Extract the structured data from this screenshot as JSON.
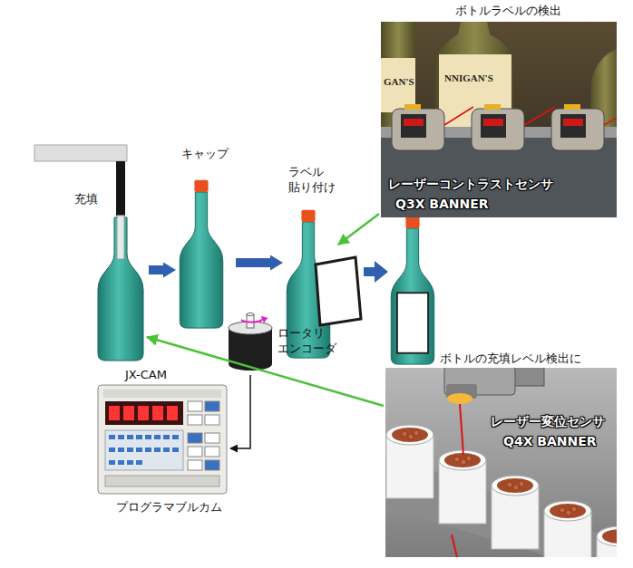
{
  "diagram": {
    "nodes": [
      {
        "text": [
          "充填"
        ]
      },
      {
        "text": [
          "キャップ"
        ]
      },
      {
        "text": [
          "ラベル 貼り付け"
        ]
      },
      {
        "text": [
          "ボトルラベルの検出",
          "レーザーコントラストセンサ",
          "Q3X BANNER"
        ]
      },
      {
        "text": [
          "ロータリ エンコーダ"
        ]
      },
      {
        "text": [
          "JX-CAM",
          "プログラマブルカム"
        ]
      },
      {
        "text": [
          "ボトルの充填レベル検出に",
          "レーザー変位センサ",
          "Q4X BANNER"
        ]
      }
    ],
    "edges": [
      {
        "from": 0,
        "to": 1,
        "arrow": "to"
      },
      {
        "from": 1,
        "to": 2,
        "arrow": "to"
      },
      {
        "from": 3,
        "to": 2,
        "arrow": "to"
      },
      {
        "from": 4,
        "to": 5,
        "arrow": "to"
      },
      {
        "from": 6,
        "to": 0,
        "arrow": "to"
      }
    ],
    "labels": [
      "GAN'S",
      "NNIGAN'S"
    ]
  }
}
